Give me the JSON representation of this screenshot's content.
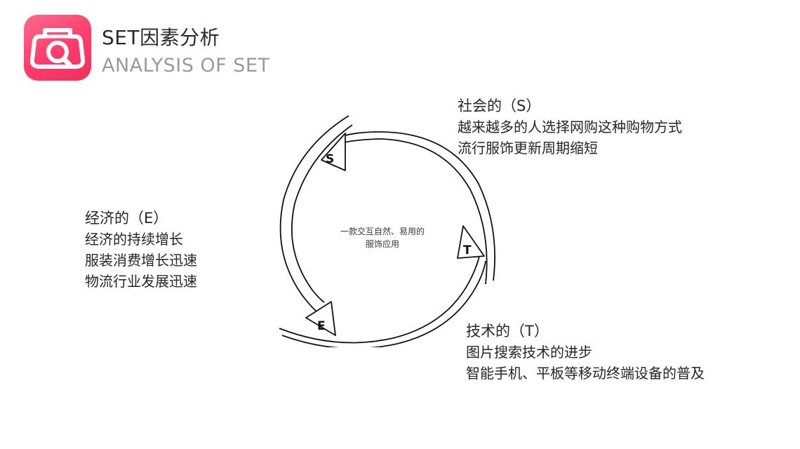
{
  "header": {
    "title": "SET因素分析",
    "subtitle": "ANALYSIS OF SET",
    "logo_icon": "camera-search-icon",
    "logo_color": "#ff3c6a"
  },
  "center": {
    "line1": "一款交互自然、易用的",
    "line2": "服饰应用"
  },
  "arrows": {
    "s_letter": "S",
    "t_letter": "T",
    "e_letter": "E"
  },
  "social": {
    "heading": "社会的（S）",
    "items": [
      "越来越多的人选择网购这种购物方式",
      "流行服饰更新周期缩短"
    ]
  },
  "economic": {
    "heading": "经济的（E）",
    "items": [
      "经济的持续增长",
      "服装消费增长迅速",
      "物流行业发展迅速"
    ]
  },
  "technical": {
    "heading": "技术的（T）",
    "items": [
      "图片搜索技术的进步",
      "智能手机、平板等移动终端设备的普及"
    ]
  }
}
